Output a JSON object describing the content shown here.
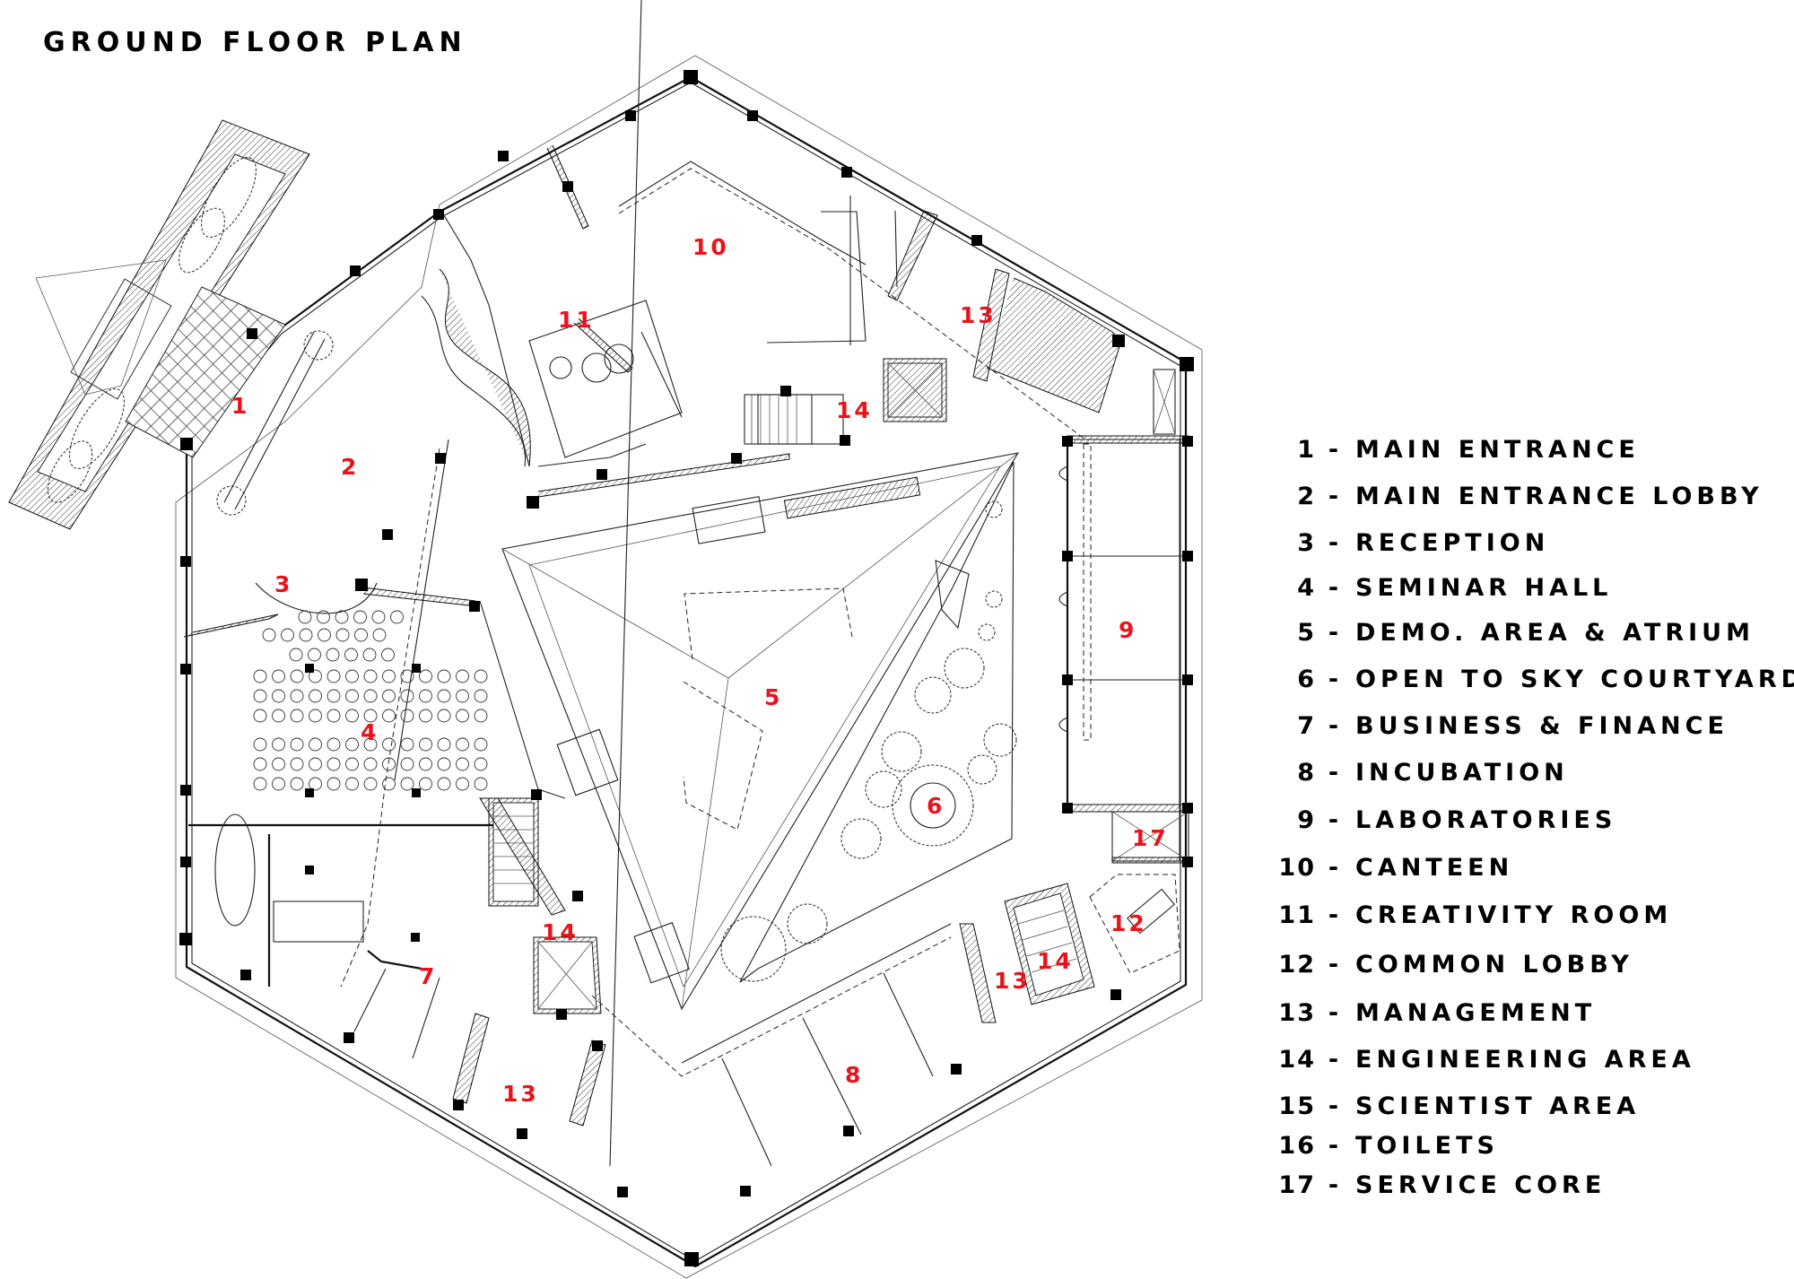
{
  "title": "GROUND FLOOR PLAN",
  "accent_color": "#e8141c",
  "legend": [
    {
      "num": "1",
      "label": "MAIN ENTRANCE"
    },
    {
      "num": "2",
      "label": "MAIN ENTRANCE LOBBY"
    },
    {
      "num": "3",
      "label": "RECEPTION"
    },
    {
      "num": "4",
      "label": "SEMINAR HALL"
    },
    {
      "num": "5",
      "label": "DEMO. AREA & ATRIUM"
    },
    {
      "num": "6",
      "label": "OPEN TO SKY COURTYARD"
    },
    {
      "num": "7",
      "label": "BUSINESS  & FINANCE"
    },
    {
      "num": "8",
      "label": "INCUBATION"
    },
    {
      "num": "9",
      "label": "LABORATORIES"
    },
    {
      "num": "10",
      "label": "CANTEEN"
    },
    {
      "num": "11",
      "label": "CREATIVITY ROOM"
    },
    {
      "num": "12",
      "label": "COMMON LOBBY"
    },
    {
      "num": "13",
      "label": "MANAGEMENT"
    },
    {
      "num": "14",
      "label": "ENGINEERING AREA"
    },
    {
      "num": "15",
      "label": "SCIENTIST AREA"
    },
    {
      "num": "16",
      "label": "TOILETS"
    },
    {
      "num": "17",
      "label": "SERVICE  CORE"
    }
  ],
  "room_labels": [
    {
      "id": "main-entrance",
      "text": "1"
    },
    {
      "id": "main-entrance-lobby",
      "text": "2"
    },
    {
      "id": "reception",
      "text": "3"
    },
    {
      "id": "seminar-hall",
      "text": "4"
    },
    {
      "id": "demo-area-atrium",
      "text": "5"
    },
    {
      "id": "courtyard",
      "text": "6"
    },
    {
      "id": "business-finance",
      "text": "7"
    },
    {
      "id": "incubation",
      "text": "8"
    },
    {
      "id": "laboratories",
      "text": "9"
    },
    {
      "id": "canteen",
      "text": "10"
    },
    {
      "id": "creativity-room",
      "text": "11"
    },
    {
      "id": "common-lobby",
      "text": "12"
    },
    {
      "id": "management-north",
      "text": "13"
    },
    {
      "id": "management-southwest",
      "text": "13"
    },
    {
      "id": "management-southeast",
      "text": "13"
    },
    {
      "id": "engineering-north",
      "text": "14"
    },
    {
      "id": "engineering-west",
      "text": "14"
    },
    {
      "id": "engineering-southeast",
      "text": "14"
    },
    {
      "id": "service-core",
      "text": "17"
    }
  ]
}
